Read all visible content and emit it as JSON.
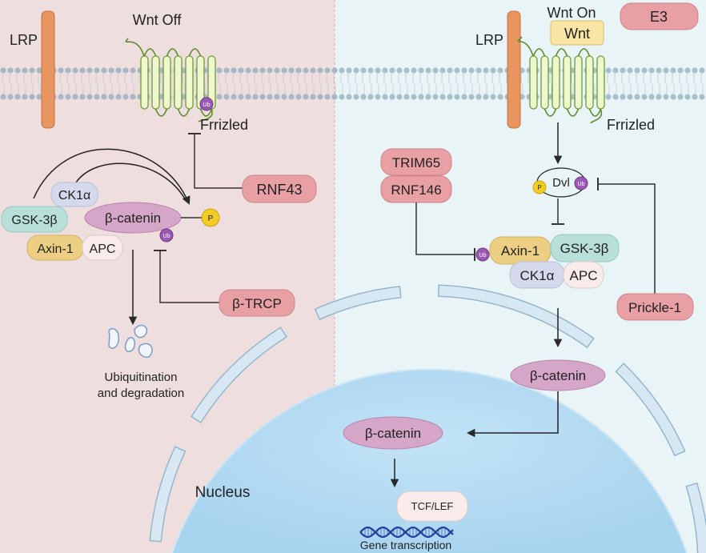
{
  "panels": {
    "off": {
      "title": "Wnt Off"
    },
    "on": {
      "title": "Wnt On",
      "badge": "E3"
    }
  },
  "receptors": {
    "lrp": "LRP",
    "frizzled": "Frrizled",
    "wnt": "Wnt"
  },
  "ub": "Ub",
  "p": "P",
  "wnt_off": {
    "rnf43": "RNF43",
    "ck1a": "CK1α",
    "gsk3b": "GSK-3β",
    "bcatenin": "β-catenin",
    "axin1": "Axin-1",
    "apc": "APC",
    "btrcp": "β-TRCP",
    "degradation_line1": "Ubiquitination",
    "degradation_line2": "and degradation"
  },
  "wnt_on": {
    "trim65": "TRIM65",
    "rnf146": "RNF146",
    "dvl": "Dvl",
    "axin1": "Axin-1",
    "gsk3b": "GSK-3β",
    "ck1a": "CK1α",
    "apc": "APC",
    "prickle1": "Prickle-1",
    "bcatenin": "β-catenin"
  },
  "nucleus": {
    "label": "Nucleus",
    "bcatenin": "β-catenin",
    "tcflef": "TCF/LEF",
    "gene_transcription": "Gene transcription"
  },
  "colors": {
    "off_bg": "#eedede",
    "on_bg": "#e9f4f7",
    "e3_pink": "#e8a0a4",
    "bcatenin": "#d6a6c9",
    "ck1a": "#d4d9ec",
    "gsk3b": "#b8e0d8",
    "axin1": "#eccf82",
    "apc": "#f8ebea",
    "frizzled": "#eff7cf",
    "lrp": "#e8955f",
    "ub": "#9b59b6",
    "p": "#f3cd23",
    "nucleus": "#b7dcf2"
  }
}
